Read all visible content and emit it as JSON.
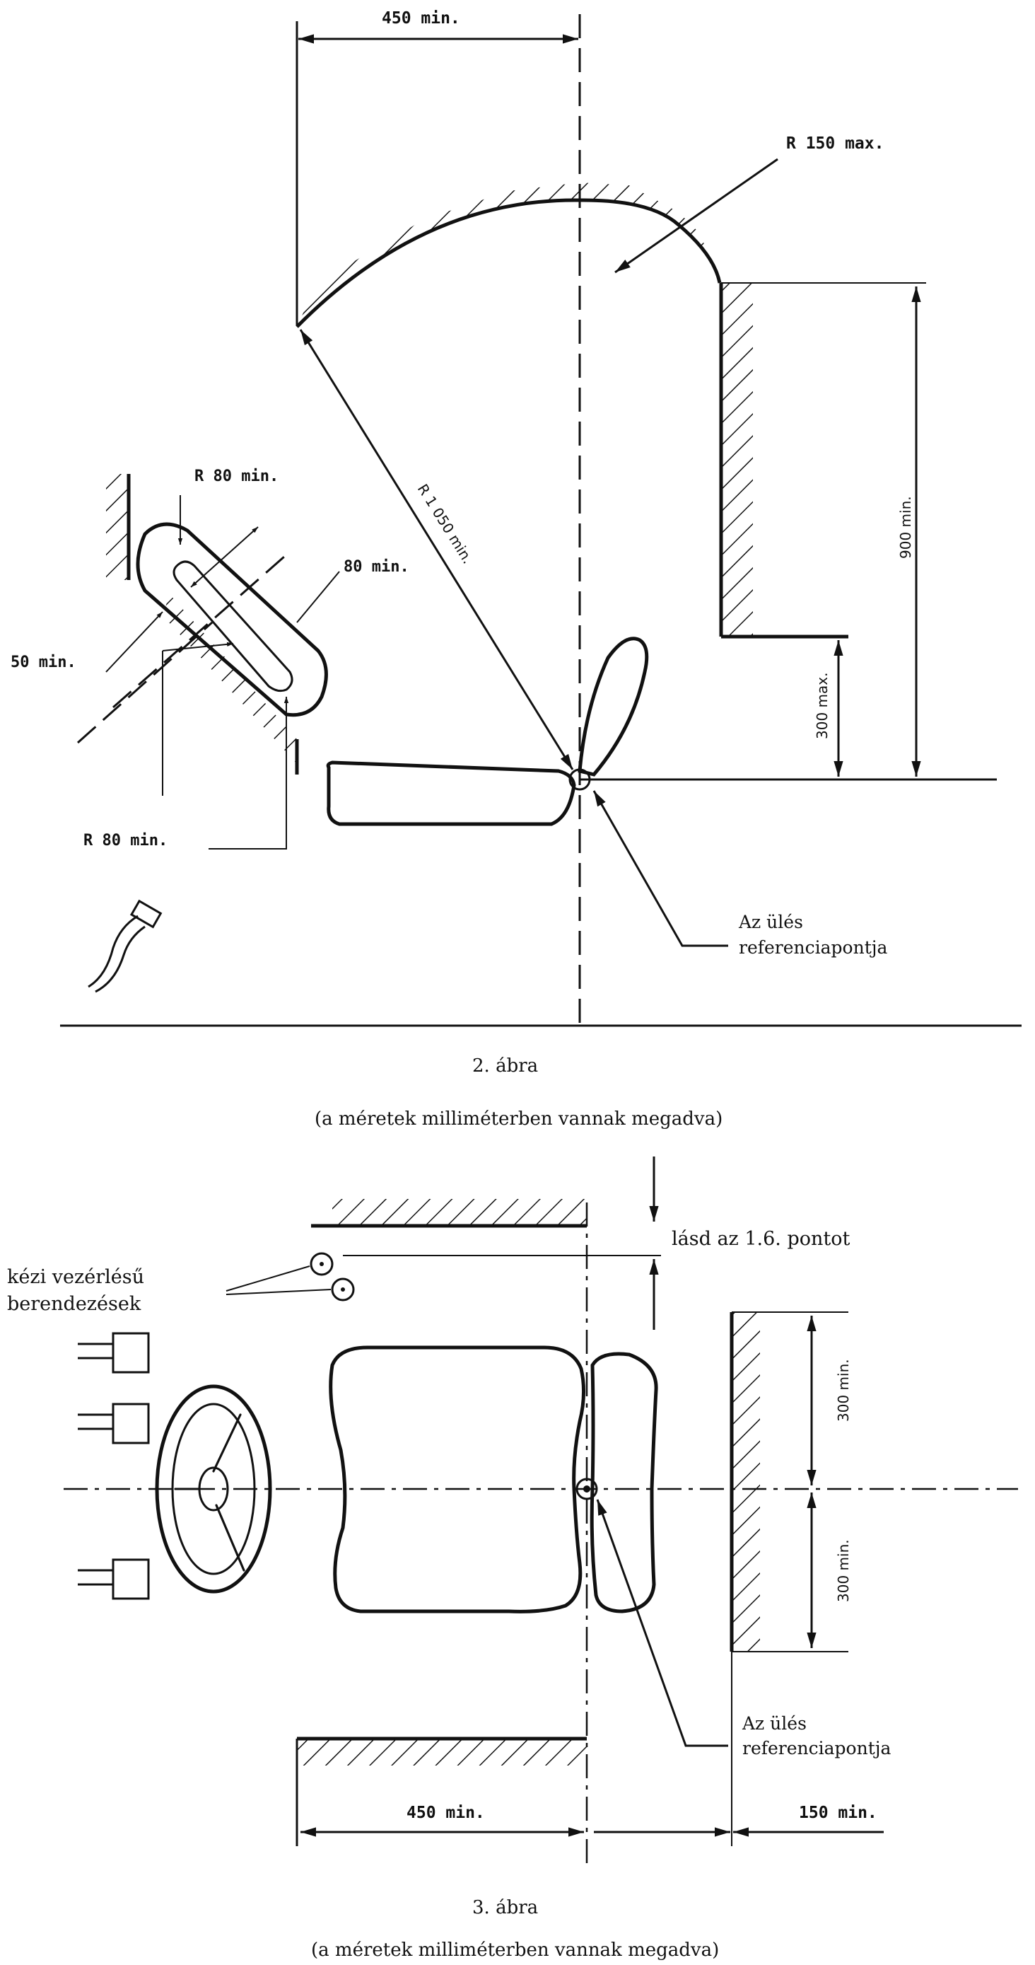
{
  "figure2": {
    "dim_450": "450 min.",
    "dim_r150": "R 150 max.",
    "dim_r1050": "R 1 050 min.",
    "dim_r80_top": "R 80 min.",
    "dim_80": "80 min.",
    "dim_50": "50 min.",
    "dim_r80_bottom": "R 80 min.",
    "dim_900": "900 min.",
    "dim_300": "300 max.",
    "ref_line1": "Az ülés",
    "ref_line2": "referenciapontja",
    "caption": "2. ábra",
    "subcaption": "(a méretek milliméterben vannak megadva)"
  },
  "figure3": {
    "see_point": "lásd az 1.6. pontot",
    "controls_line1": "kézi vezérlésű",
    "controls_line2": "berendezések",
    "dim_300_top": "300 min.",
    "dim_300_bottom": "300 min.",
    "dim_450": "450 min.",
    "dim_150": "150 min.",
    "ref_line1": "Az ülés",
    "ref_line2": "referenciapontja",
    "caption": "3. ábra",
    "subcaption": "(a méretek milliméterben vannak megadva)"
  }
}
